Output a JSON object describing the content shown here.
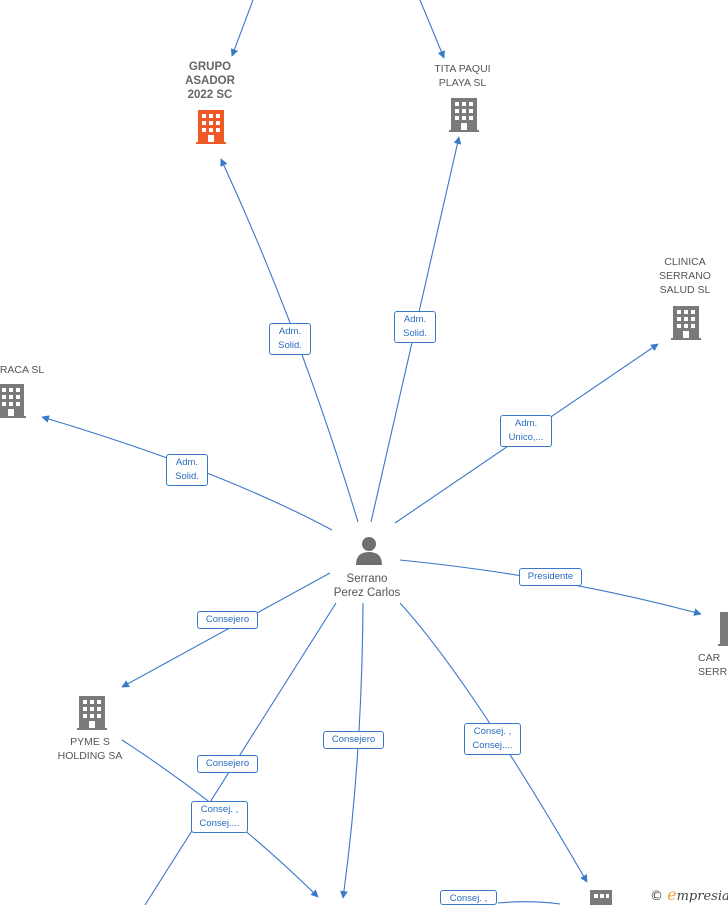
{
  "colors": {
    "edge": "#3a78c9",
    "building": "#7a7a7a",
    "building_highlight": "#f05a28",
    "person": "#6f6f6f"
  },
  "nodes": {
    "grupo_asador": {
      "label": "GRUPO\nASADOR\n2022 SC",
      "icon": "building-icon"
    },
    "tita_paqui": {
      "label": "TITA PAQUI\nPLAYA  SL",
      "icon": "building-icon"
    },
    "clinica_serrano": {
      "label": "CLINICA\nSERRANO\nSALUD  SL",
      "icon": "building-icon"
    },
    "raca": {
      "label": "RACA SL",
      "icon": "building-icon"
    },
    "person": {
      "label": "Serrano\nPerez Carlos",
      "icon": "person-icon"
    },
    "car_serr": {
      "label": "CAR\nSERR",
      "icon": "building-icon"
    },
    "pyme_holding": {
      "label": "PYME S\nHOLDING SA",
      "icon": "building-icon"
    },
    "bottom_right": {
      "label": "",
      "icon": "building-icon"
    }
  },
  "edges": {
    "e1": "Adm.\nSolid.",
    "e2": "Adm.\nSolid.",
    "e3": "Adm.\nUnico,...",
    "e4": "Adm.\nSolid.",
    "e5": "Presidente",
    "e6": "Consejero",
    "e7": "Consejero",
    "e8": "Consejero",
    "e9": "Consej. ,\nConsej....",
    "e10": "Consej. ,\nConsej....",
    "e11": "Consej. ,"
  },
  "watermark": {
    "copyright": "©",
    "brand_initial": "e",
    "brand_rest": "mpresia"
  }
}
